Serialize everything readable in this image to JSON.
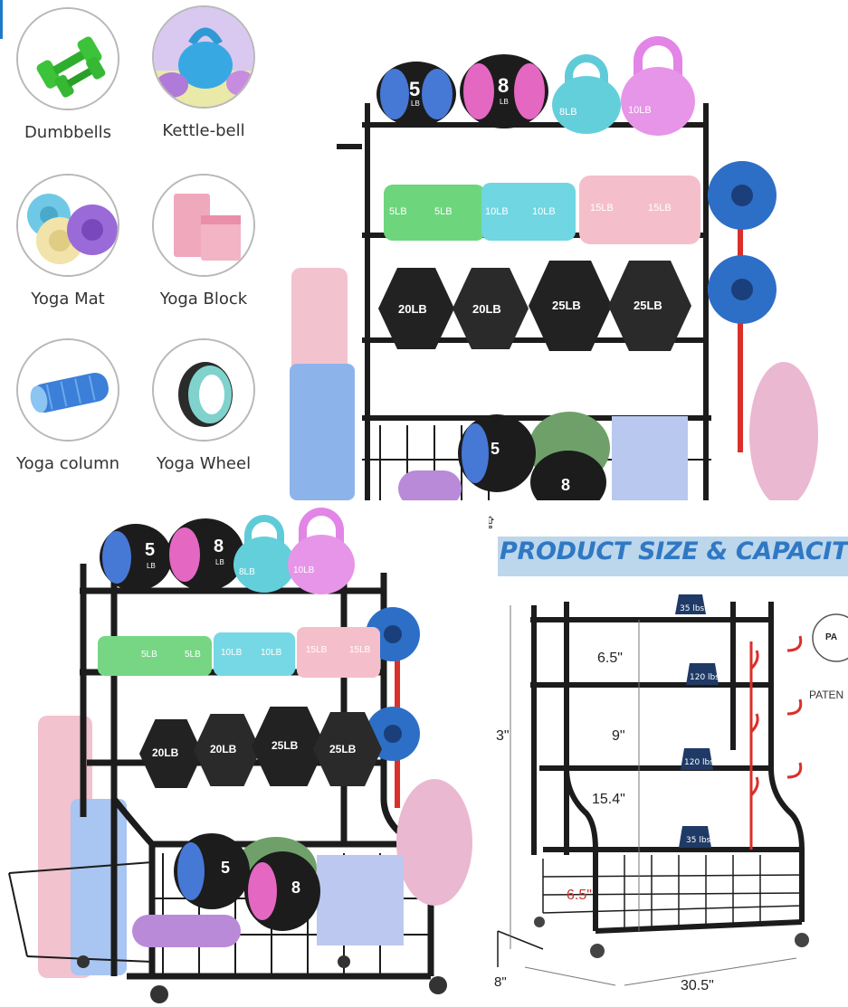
{
  "categories": [
    {
      "label": "Dumbbells",
      "icon": "dumbbell-icon"
    },
    {
      "label": "Kettle-bell",
      "icon": "kettlebell-icon"
    },
    {
      "label": "Yoga Mat",
      "icon": "yoga-mat-icon"
    },
    {
      "label": "Yoga Block",
      "icon": "yoga-block-icon"
    },
    {
      "label": "Yoga column",
      "icon": "yoga-column-icon"
    },
    {
      "label": "Yoga Wheel",
      "icon": "yoga-wheel-icon"
    }
  ],
  "rack_top": {
    "medicine_balls": [
      "5",
      "8"
    ],
    "ball_unit": "LB",
    "kettlebells": [
      "8LB",
      "10LB"
    ],
    "small_dumbbells": [
      "5LB",
      "5LB",
      "10LB",
      "10LB",
      "15LB",
      "15LB"
    ],
    "hex_dumbbells": [
      "20LB",
      "20LB",
      "25LB",
      "25LB"
    ],
    "basket_balls": [
      "5",
      "8"
    ]
  },
  "rack_bottom": {
    "medicine_balls": [
      "5",
      "8"
    ],
    "ball_unit": "LB",
    "kettlebells": [
      "8LB",
      "10LB"
    ],
    "small_dumbbells": [
      "5LB",
      "5LB",
      "10LB",
      "10LB",
      "15LB",
      "15LB"
    ],
    "hex_dumbbells": [
      "20LB",
      "20LB",
      "25LB",
      "25LB"
    ],
    "basket_balls": [
      "5",
      "8"
    ]
  },
  "size_panel": {
    "title": "PRODUCT SIZE & CAPACITY",
    "capacities": [
      "35 lbs",
      "120 lbs",
      "120 lbs",
      "35 lbs"
    ],
    "heights": [
      "6.5\"",
      "9\"",
      "15.4\""
    ],
    "side_height": "3\"",
    "basket_height": "6.5\"",
    "width": "30.5\"",
    "depth": "8\"",
    "patent_label": "PATEN",
    "patent_seal": "PA"
  },
  "colors": {
    "frame": "#1c1c1c",
    "hooks": "#d9302b",
    "title_bg": "#bcd6ec",
    "title_text": "#2f78c4",
    "capacity_tag": "#1f3a66"
  }
}
